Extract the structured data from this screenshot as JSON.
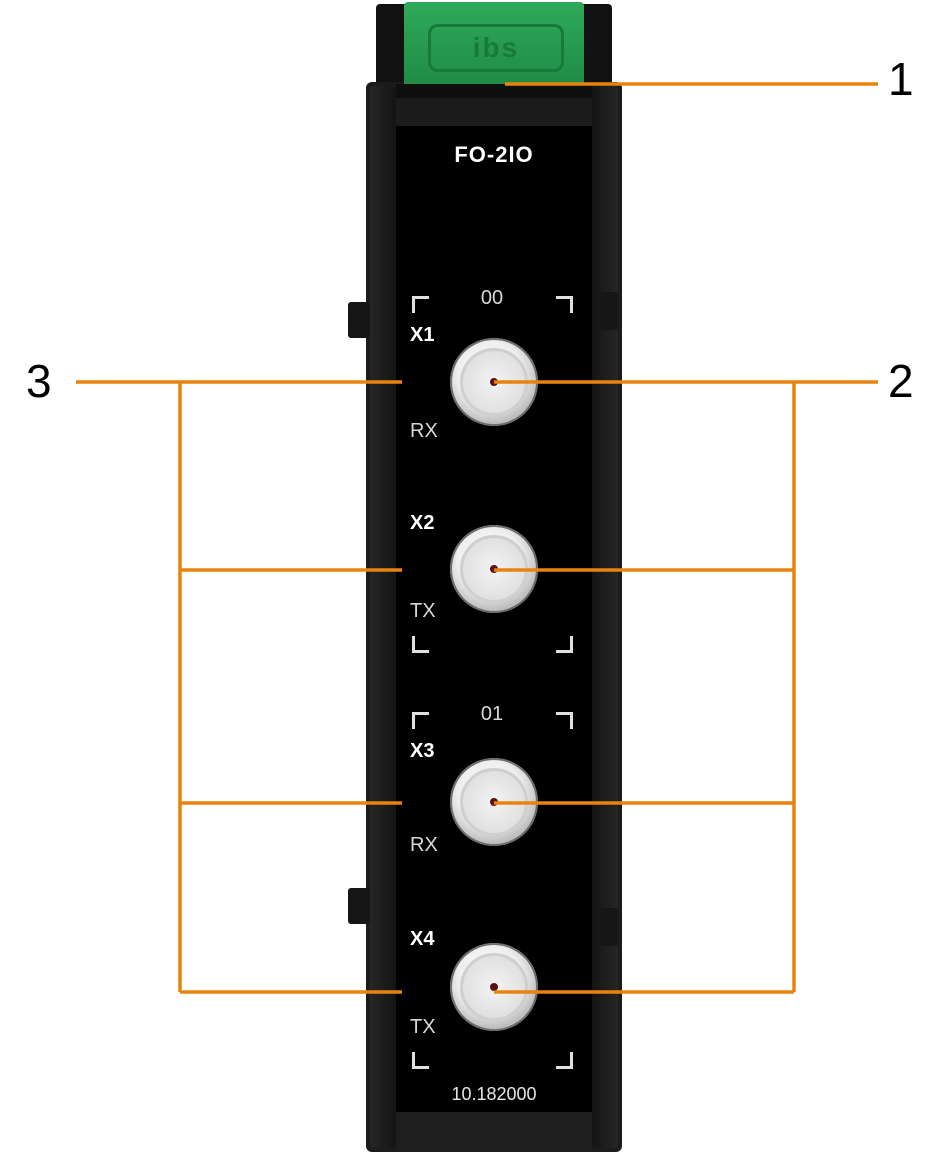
{
  "device": {
    "latch_logo": "ibs",
    "model": "FO-2IO",
    "serial": "10.182000"
  },
  "channels": [
    {
      "label": "00"
    },
    {
      "label": "01"
    }
  ],
  "ports": [
    {
      "name": "X1",
      "direction": "RX"
    },
    {
      "name": "X2",
      "direction": "TX"
    },
    {
      "name": "X3",
      "direction": "RX"
    },
    {
      "name": "X4",
      "direction": "TX"
    }
  ],
  "callouts": {
    "one": "1",
    "two": "2",
    "three": "3"
  },
  "colors": {
    "leader_line": "#E8840E",
    "latch": "#2FAA5A",
    "panel": "#000000"
  }
}
